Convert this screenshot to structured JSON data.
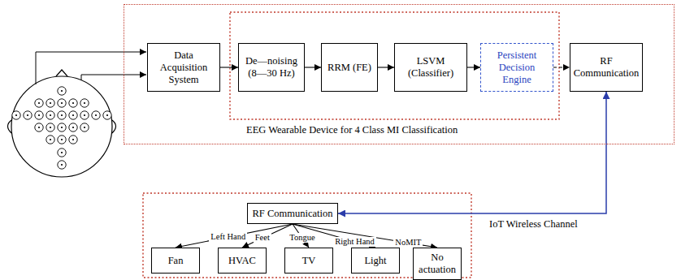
{
  "diagram": {
    "nodes": [
      {
        "text": [
          "EEG Wearable Device for 4 Class MI Classification"
        ]
      },
      {
        "text": [
          "Data Acquisition System"
        ],
        "in": 0
      },
      {
        "text": [
          "De—noising (8—30 Hz)"
        ],
        "in": 0
      },
      {
        "text": [
          "RRM (FE)"
        ],
        "in": 0
      },
      {
        "text": [
          "LSVM (Classifier)"
        ],
        "in": 0
      },
      {
        "text": [
          "Persistent Decision Engine"
        ],
        "in": 0
      },
      {
        "text": [
          "RF Communication"
        ],
        "in": 0
      },
      {
        "text": [
          "RF Communication"
        ]
      },
      {
        "text": [
          "Fan"
        ]
      },
      {
        "text": [
          "HVAC"
        ]
      },
      {
        "text": [
          "TV"
        ]
      },
      {
        "text": [
          "Light"
        ]
      },
      {
        "text": [
          "No actuation"
        ]
      }
    ],
    "edges": [
      {
        "from": 1,
        "to": 2,
        "arrow": "to"
      },
      {
        "from": 2,
        "to": 3,
        "arrow": "to"
      },
      {
        "from": 3,
        "to": 4,
        "arrow": "to"
      },
      {
        "from": 4,
        "to": 5,
        "arrow": "to"
      },
      {
        "from": 5,
        "to": 6,
        "arrow": "to"
      },
      {
        "from": 6,
        "to": 7,
        "label": "IoT Wireless Channel",
        "arrow": "both"
      },
      {
        "from": 7,
        "to": 8,
        "label": "Left Hand",
        "arrow": "to"
      },
      {
        "from": 7,
        "to": 9,
        "label": "Feet",
        "arrow": "to"
      },
      {
        "from": 7,
        "to": 10,
        "label": "Tongue",
        "arrow": "to"
      },
      {
        "from": 7,
        "to": 11,
        "label": "Right Hand",
        "arrow": "to"
      },
      {
        "from": 7,
        "to": 12,
        "label": "NoMIT",
        "arrow": "to"
      }
    ]
  }
}
